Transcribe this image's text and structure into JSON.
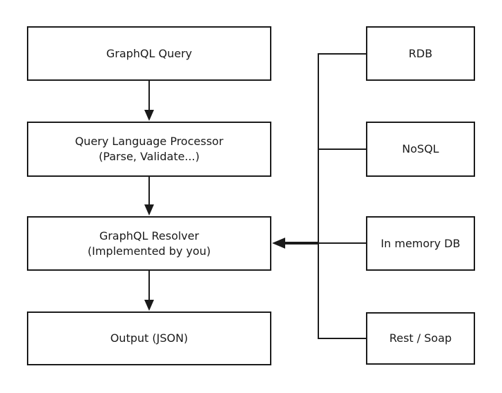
{
  "diagram": {
    "type": "flowchart",
    "main_flow": [
      {
        "label": "GraphQL Query",
        "sublabel": ""
      },
      {
        "label": "Query Language Processor",
        "sublabel": "(Parse, Validate...)"
      },
      {
        "label": "GraphQL Resolver",
        "sublabel": "(Implemented by you)"
      },
      {
        "label": "Output (JSON)",
        "sublabel": ""
      }
    ],
    "data_sources": [
      {
        "label": "RDB"
      },
      {
        "label": "NoSQL"
      },
      {
        "label": "In memory DB"
      },
      {
        "label": "Rest / Soap"
      }
    ],
    "edges": [
      "GraphQL Query -> Query Language Processor",
      "Query Language Processor -> GraphQL Resolver",
      "GraphQL Resolver -> Output (JSON)",
      "RDB, NoSQL, In memory DB, Rest / Soap -> GraphQL Resolver"
    ],
    "colors": {
      "line": "#1a1a1a",
      "text": "#1a1a1a",
      "box_background": "#ffffff",
      "canvas_background": "#ffffff"
    }
  }
}
